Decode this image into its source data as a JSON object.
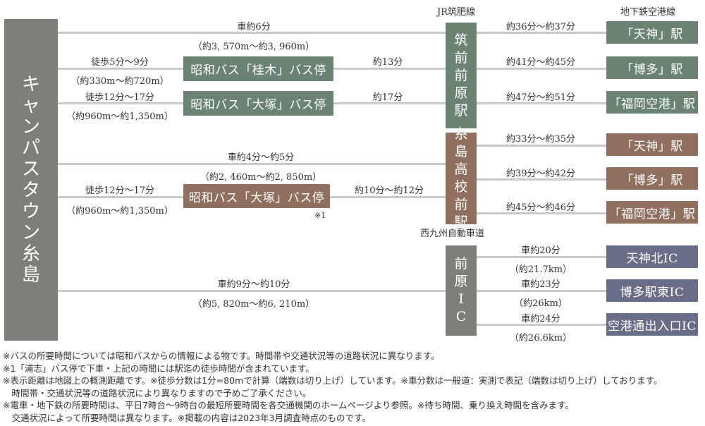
{
  "campus": [
    "キ",
    "ャ",
    "ン",
    "パ",
    "ス",
    "タ",
    "ウ",
    "ン",
    "糸",
    "島"
  ],
  "headers": {
    "jr": "JR筑肥線",
    "subway": "地下鉄空港線",
    "highway": "西九州自動車道"
  },
  "stations": {
    "chikuzen": [
      "筑",
      "前",
      "前",
      "原",
      "駅"
    ],
    "itoshima": [
      "糸",
      "島",
      "高",
      "校",
      "前",
      "駅"
    ],
    "maebaru_ic": [
      "前",
      "原",
      "I",
      "C"
    ]
  },
  "bus_stops": {
    "katsuragi": "昭和バス「桂木」バス停",
    "otsuka1": "昭和バス「大塚」バス停",
    "otsuka2": "昭和バス「大塚」バス停"
  },
  "routes": {
    "r1_time": "車約6分",
    "r1_dist": "（約3, 570m〜約3, 960m）",
    "r2_walk": "徒歩5分〜9分",
    "r2_dist": "（約330m〜約720m）",
    "r2_bus": "約13分",
    "r3_walk": "徒歩12分〜17分",
    "r3_dist": "（約960m〜約1,350m）",
    "r3_bus": "約17分",
    "r4_time": "車約4分〜約5分",
    "r4_dist": "（約2, 460m〜約2, 850m）",
    "r5_walk": "徒歩12分〜17分",
    "r5_dist": "（約960m〜約1,350m）",
    "r5_bus": "約10分〜約12分",
    "r5_mark": "※1",
    "r6_time": "車約9分〜約10分",
    "r6_dist": "（約5, 820m〜約6, 210m）"
  },
  "dest_times": {
    "c1": "約36分〜約37分",
    "c2": "約41分〜約45分",
    "c3": "約47分〜約51分",
    "i1": "約33分〜約35分",
    "i2": "約39分〜約42分",
    "i3": "約45分〜約46分",
    "h1_time": "車約20分",
    "h1_dist": "（約21.7km）",
    "h2_time": "車約23分",
    "h2_dist": "（約26km）",
    "h3_time": "車約24分",
    "h3_dist": "（約26.6km）"
  },
  "destinations": {
    "tenjin": "「天神」駅",
    "hakata": "「博多」駅",
    "airport": "「福岡空港」駅",
    "tenjin2": "「天神」駅",
    "hakata2": "「博多」駅",
    "airport2": "「福岡空港」駅",
    "ic1": "天神北IC",
    "ic2": "博多駅東IC",
    "ic3": "空港通出入口IC"
  },
  "notes": [
    "※バスの所要時間については昭和バスからの情報による物です。時間帯や交通状況等の道路状況に異なります。",
    "※1「浦志」バス停で下車・上記の時間には駅迄の徒歩時間が含まれています。",
    "※表示距離は地図上の概測距離です。※徒歩分数は1分=80mで計算（端数は切り上げ）しています。※車分数は一般道：実測で表記（端数は切り上げ）しております。",
    "　時間帯・交通状況等の道路状況により異なりますので予めご了承ください。",
    "※電車・地下鉄の所要時間は、平日7時台〜9時台の最短所要時間を各交通機関のホームページより参照。※待ち時間、乗り換え時間を含みます。",
    "　交通状況によって所要時間は異なります。※掲載の内容は2023年3月調査時点のものです。"
  ],
  "colors": {
    "green": "#6b8373",
    "brown": "#8f6f5d",
    "navy": "#6a6d87",
    "gray": "#807e79",
    "line": "#c9c9c9"
  }
}
